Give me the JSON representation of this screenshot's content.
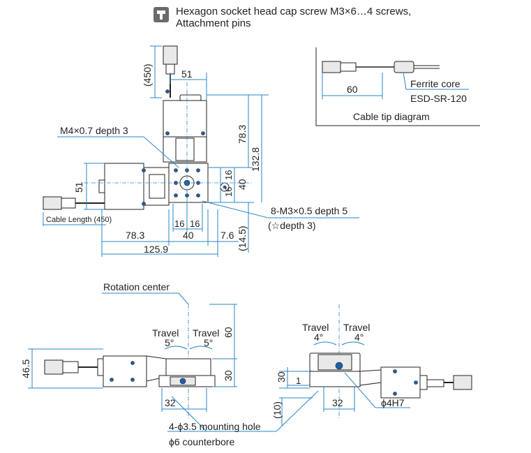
{
  "legend": {
    "icon_name": "screw-icon",
    "line1": "Hexagon socket head cap screw M3×6…4 screws,",
    "line2": "Attachment pins"
  },
  "top_view": {
    "dim_450": "(450)",
    "dim_51_top": "51",
    "dim_78_3_v": "78.3",
    "dim_132_8": "132.8",
    "m4_label": "M4×0.7 depth 3",
    "dim_51_left": "51",
    "dim_16_a": "16",
    "dim_16_b": "16",
    "dim_40_v": "40",
    "m3_label": "8-M3×0.5 depth 5",
    "m3_sub": "(☆depth 3)",
    "cable_length": "Cable Length (450)",
    "dim_16_c": "16",
    "dim_16_d": "16",
    "dim_78_3_h": "78.3",
    "dim_40_h": "40",
    "dim_7_6": "7.6",
    "dim_14_5": "(14.5)",
    "dim_125_9": "125.9"
  },
  "cable_tip": {
    "dim_60": "60",
    "ferrite": "Ferrite core",
    "esd": "ESD-SR-120",
    "caption": "Cable tip diagram"
  },
  "front_view": {
    "rotation_center": "Rotation center",
    "travel_left": "Travel",
    "travel_left_deg": "5°",
    "travel_right": "Travel",
    "travel_right_deg": "5°",
    "dim_60": "60",
    "dim_46_5": "46.5",
    "dim_30": "30",
    "dim_32": "32"
  },
  "side_view": {
    "travel_left": "Travel",
    "travel_left_deg": "4°",
    "travel_right": "Travel",
    "travel_right_deg": "4°",
    "dim_30": "30",
    "dim_1": "1",
    "dim_10": "(10)",
    "dim_32": "32",
    "pin_label": "ϕ4H7"
  },
  "mounting": {
    "line1": "4-ϕ3.5 mounting hole",
    "line2": "ϕ6 counterbore"
  },
  "colors": {
    "dimension": "#2a86c7",
    "part_outline": "#222222",
    "hole_fill": "#1f5fa8",
    "legend_icon": "#666666"
  }
}
